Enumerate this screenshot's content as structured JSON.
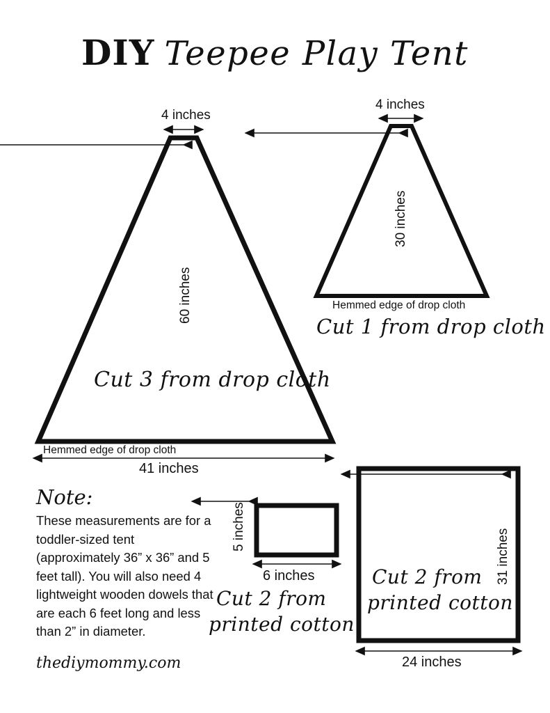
{
  "page": {
    "title_bold": "DIY",
    "title_script": "Teepee Play Tent",
    "credit": "thediymommy.com",
    "ink_color": "#111111",
    "background_color": "#ffffff"
  },
  "chart_data": {
    "type": "diagram",
    "title": "DIY Teepee Play Tent",
    "pieces": [
      {
        "id": "large-panel",
        "shape": "trapezoid",
        "top_width": "4 inches",
        "height": "60 inches",
        "bottom_width": "41 inches",
        "bottom_edge_note": "Hemmed edge of drop cloth",
        "cut_label": "Cut 3 from drop cloth",
        "material": "drop cloth",
        "quantity": 3
      },
      {
        "id": "door-panel",
        "shape": "trapezoid",
        "top_width": "4 inches",
        "height": "30 inches",
        "bottom_edge_note": "Hemmed edge of drop cloth",
        "cut_label": "Cut 1 from drop cloth",
        "material": "drop cloth",
        "quantity": 1
      },
      {
        "id": "small-rectangle",
        "shape": "rectangle",
        "width": "6 inches",
        "height": "5 inches",
        "cut_label_line1": "Cut 2 from",
        "cut_label_line2": "printed cotton",
        "material": "printed cotton",
        "quantity": 2
      },
      {
        "id": "large-rectangle",
        "shape": "rectangle",
        "width": "24 inches",
        "height": "31 inches",
        "cut_label_line1": "Cut 2 from",
        "cut_label_line2": "printed cotton",
        "material": "printed cotton",
        "quantity": 2
      }
    ]
  },
  "large_panel": {
    "top_dim": "4 inches",
    "height_dim": "60 inches",
    "base_dim": "41 inches",
    "hemmed_note": "Hemmed edge of drop cloth",
    "cut_label": "Cut 3 from drop cloth"
  },
  "door_panel": {
    "top_dim": "4 inches",
    "height_dim": "30 inches",
    "hemmed_note": "Hemmed edge of drop cloth",
    "cut_label": "Cut 1 from drop cloth"
  },
  "small_rect": {
    "height_dim": "5 inches",
    "width_dim": "6 inches",
    "cut_label_line1": "Cut 2 from",
    "cut_label_line2": "printed cotton"
  },
  "large_rect": {
    "height_dim": "31 inches",
    "width_dim": "24 inches",
    "cut_label_line1": "Cut 2 from",
    "cut_label_line2": "printed cotton"
  },
  "note": {
    "heading": "Note:",
    "body": "These measurements are for a toddler-sized tent (approximately 36” x 36” and 5 feet tall). You will also need 4 lightweight wooden dowels that are each 6 feet long and less than 2” in diameter."
  }
}
